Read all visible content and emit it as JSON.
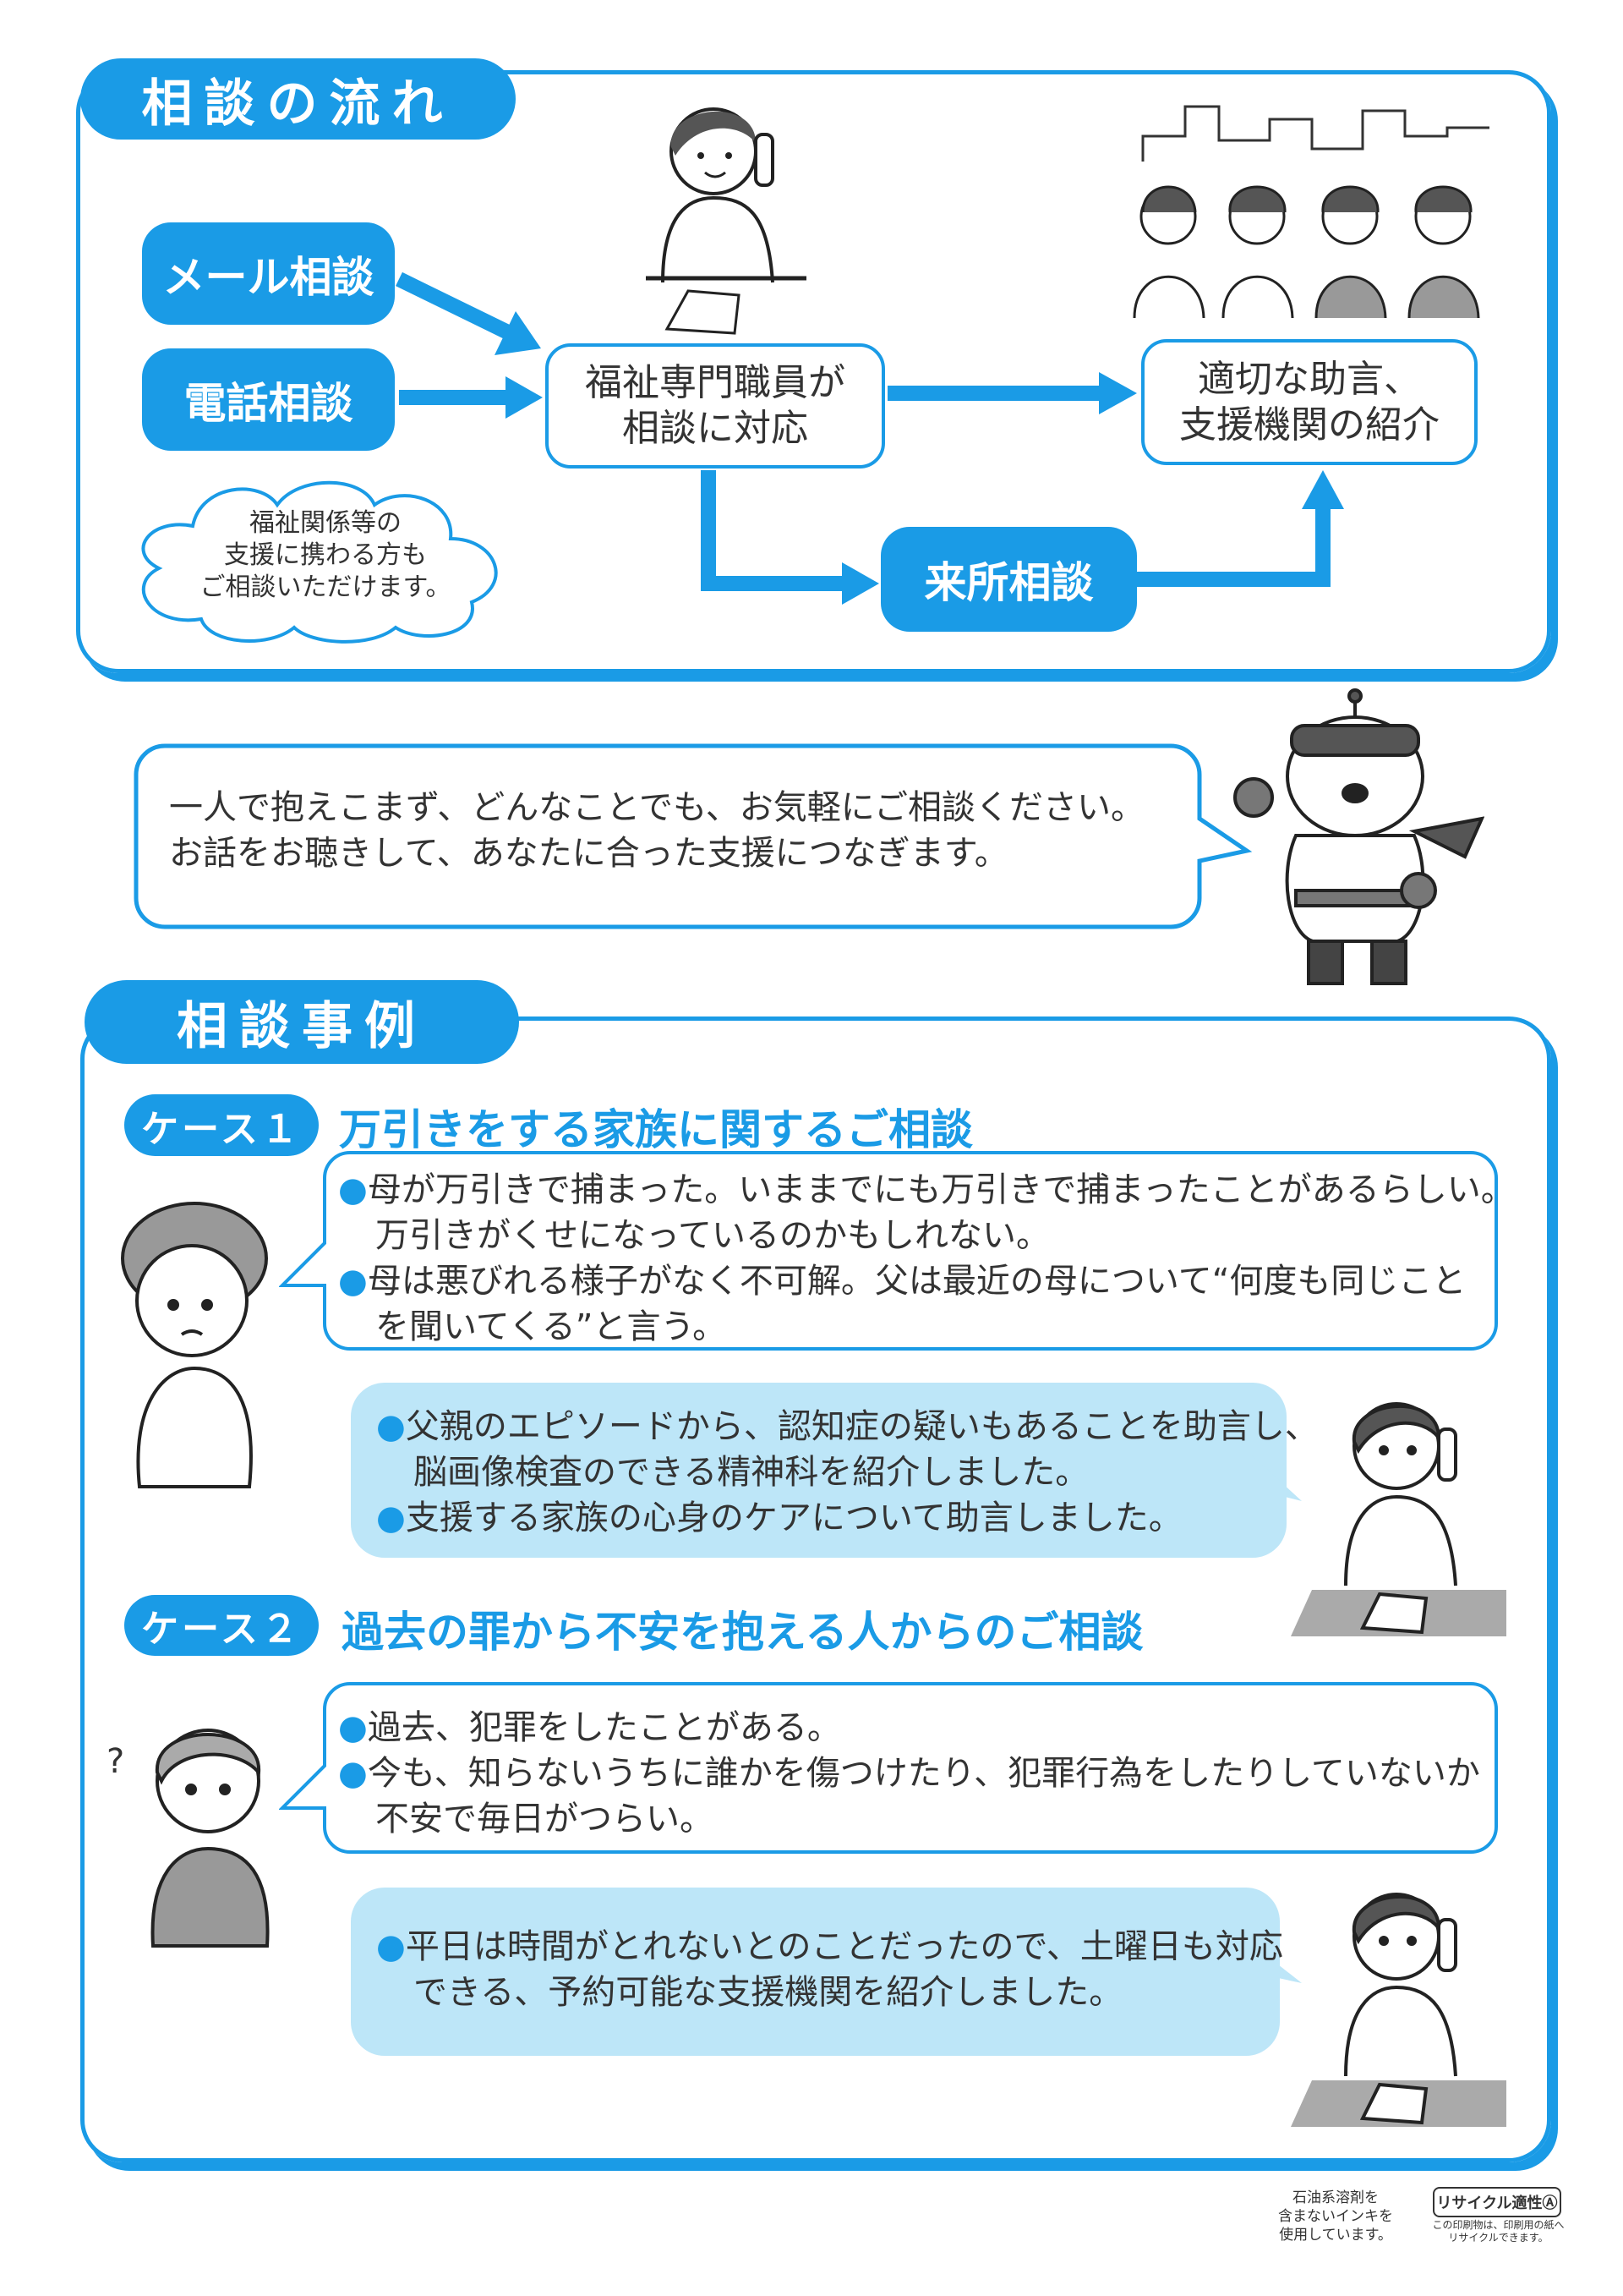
{
  "flow": {
    "title": "相談の流れ",
    "mail": "メール相談",
    "phone": "電話相談",
    "cloud": [
      "福祉関係等の",
      "支援に携わる方も",
      "ご相談いただけます。"
    ],
    "center": [
      "福祉専門職員が",
      "相談に対応"
    ],
    "right": [
      "適切な助言、",
      "支援機関の紹介"
    ],
    "visit": "来所相談"
  },
  "bubble": [
    "一人で抱えこまず、どんなことでも、お気軽にご相談ください。",
    "お話をお聴きして、あなたに合った支援につなぎます。"
  ],
  "cases": {
    "title": "相談事例",
    "case1": {
      "badge": "ケース１",
      "title": "万引きをする家族に関するご相談",
      "q": [
        "母が万引きで捕まった。いままでにも万引きで捕まったことがあるらしい。",
        "万引きがくせになっているのかもしれない。",
        "母は悪びれる様子がなく不可解。父は最近の母について“何度も同じこと",
        "を聞いてくる”と言う。"
      ],
      "a": [
        "父親のエピソードから、認知症の疑いもあることを助言し、",
        "脳画像検査のできる精神科を紹介しました。",
        "支援する家族の心身のケアについて助言しました。"
      ]
    },
    "case2": {
      "badge": "ケース２",
      "title": "過去の罪から不安を抱える人からのご相談",
      "q": [
        "過去、犯罪をしたことがある。",
        "今も、知らないうちに誰かを傷つけたり、犯罪行為をしたりしていないか",
        "不安で毎日がつらい。"
      ],
      "a": [
        "平日は時間がとれないとのことだったので、土曜日も対応",
        "できる、予約可能な支援機関を紹介しました。"
      ]
    }
  },
  "footer": {
    "ink": [
      "石油系溶剤を",
      "含まないインキを",
      "使用しています。"
    ],
    "recycle": "リサイクル適性Ⓐ",
    "recycle_note": [
      "この印刷物は、印刷用の紙へ",
      "リサイクルできます。"
    ]
  },
  "colors": {
    "accent": "#1a9be6",
    "answer_bg": "#bde6f8"
  }
}
